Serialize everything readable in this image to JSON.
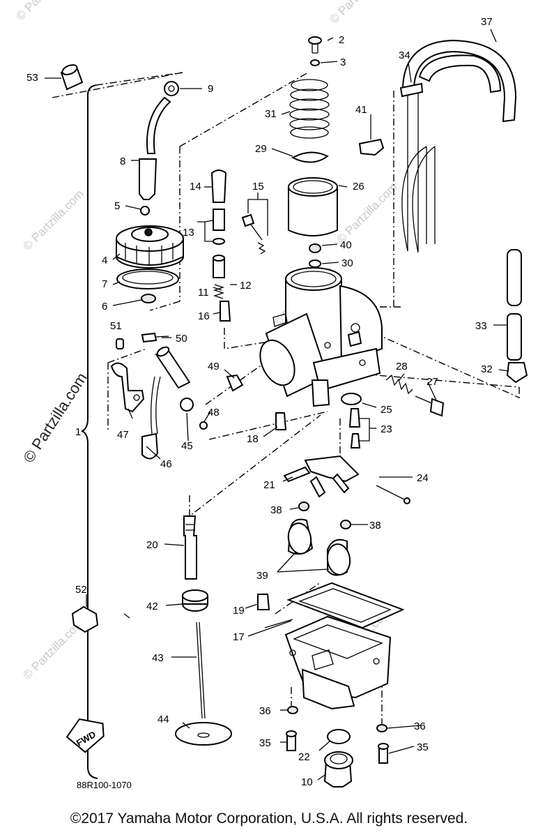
{
  "diagram": {
    "callouts": {
      "p1": "1",
      "p2": "2",
      "p3": "3",
      "p4": "4",
      "p5": "5",
      "p6": "6",
      "p7": "7",
      "p8": "8",
      "p9": "9",
      "p10": "10",
      "p11": "11",
      "p12": "12",
      "p13": "13",
      "p14": "14",
      "p15": "15",
      "p16": "16",
      "p17": "17",
      "p18": "18",
      "p19": "19",
      "p20": "20",
      "p21": "21",
      "p22": "22",
      "p23": "23",
      "p24": "24",
      "p25": "25",
      "p26": "26",
      "p27": "27",
      "p28": "28",
      "p29": "29",
      "p30": "30",
      "p31": "31",
      "p32": "32",
      "p33": "33",
      "p34": "34",
      "p35a": "35",
      "p35b": "35",
      "p36a": "36",
      "p36b": "36",
      "p37": "37",
      "p38a": "38",
      "p38b": "38",
      "p39": "39",
      "p40": "40",
      "p41": "41",
      "p42": "42",
      "p43": "43",
      "p44": "44",
      "p45": "45",
      "p46": "46",
      "p47": "47",
      "p48": "48",
      "p49": "49",
      "p50": "50",
      "p51": "51",
      "p52": "52",
      "p53": "53"
    },
    "drawing_code": "88R100-1070",
    "front_arrow_label": "FWD",
    "watermark_text": "© Partzilla.com",
    "copyright": "©2017 Yamaha Motor Corporation, U.S.A. All rights reserved."
  }
}
